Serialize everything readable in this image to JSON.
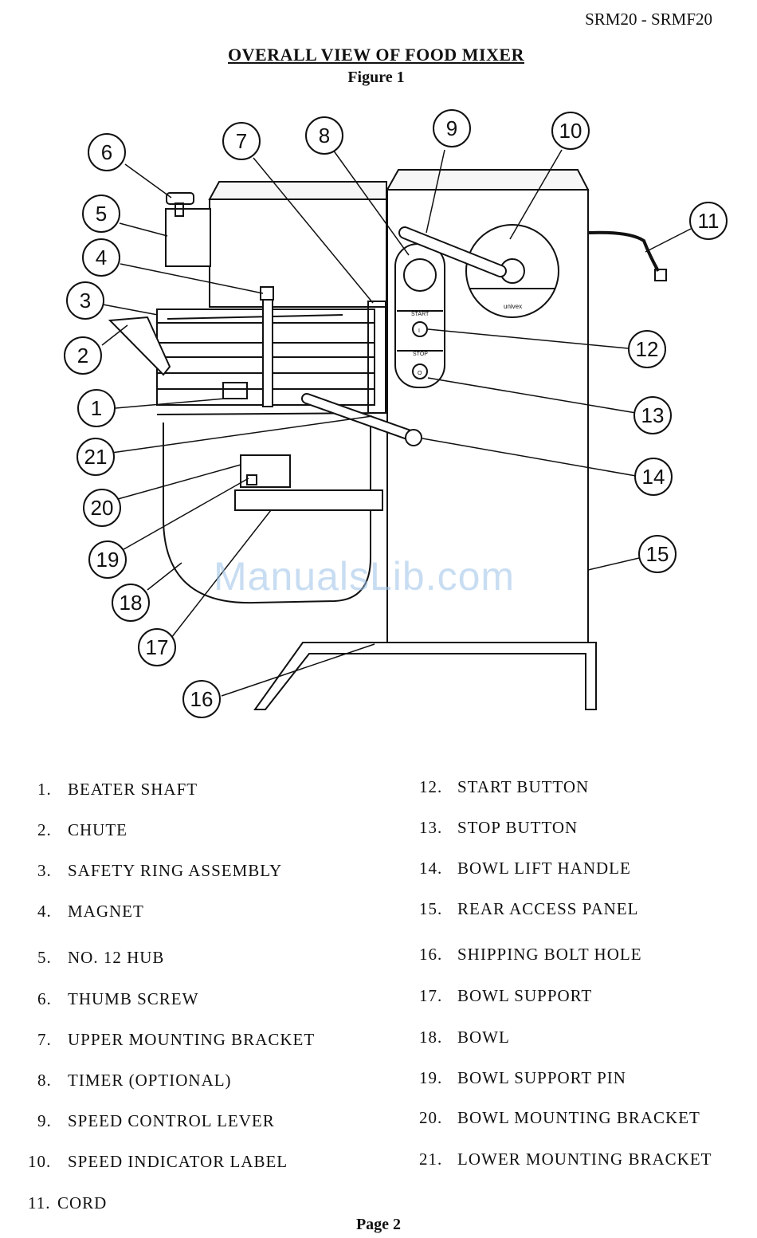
{
  "header": {
    "model": "SRM20 - SRMF20"
  },
  "title": "OVERALL VIEW OF FOOD MIXER",
  "subtitle": "Figure 1",
  "watermark": "ManualsLib.com",
  "diagram": {
    "callouts": [
      "1",
      "2",
      "3",
      "4",
      "5",
      "6",
      "7",
      "8",
      "9",
      "10",
      "11",
      "12",
      "13",
      "14",
      "15",
      "16",
      "17",
      "18",
      "19",
      "20",
      "21"
    ],
    "panel_labels": {
      "start": "START",
      "stop": "STOP",
      "start_symbol": "I",
      "stop_symbol": "O",
      "brand": "univex"
    }
  },
  "legend": [
    {
      "num": "1.",
      "label": "BEATER SHAFT"
    },
    {
      "num": "2.",
      "label": "CHUTE"
    },
    {
      "num": "3.",
      "label": "SAFETY RING ASSEMBLY"
    },
    {
      "num": "4.",
      "label": "MAGNET"
    },
    {
      "num": "5.",
      "label": "NO. 12 HUB"
    },
    {
      "num": "6.",
      "label": "THUMB SCREW"
    },
    {
      "num": "7.",
      "label": "UPPER MOUNTING BRACKET"
    },
    {
      "num": "8.",
      "label": "TIMER (OPTIONAL)"
    },
    {
      "num": "9.",
      "label": "SPEED CONTROL LEVER"
    },
    {
      "num": "10.",
      "label": "SPEED INDICATOR LABEL"
    },
    {
      "num": "11.",
      "label": "CORD"
    },
    {
      "num": "12.",
      "label": "START BUTTON"
    },
    {
      "num": "13.",
      "label": "STOP BUTTON"
    },
    {
      "num": "14.",
      "label": "BOWL LIFT HANDLE"
    },
    {
      "num": "15.",
      "label": "REAR ACCESS PANEL"
    },
    {
      "num": "16.",
      "label": "SHIPPING BOLT HOLE"
    },
    {
      "num": "17.",
      "label": "BOWL SUPPORT"
    },
    {
      "num": "18.",
      "label": "BOWL"
    },
    {
      "num": "19.",
      "label": "BOWL SUPPORT PIN"
    },
    {
      "num": "20.",
      "label": "BOWL MOUNTING BRACKET"
    },
    {
      "num": "21.",
      "label": "LOWER MOUNTING BRACKET"
    }
  ],
  "footer": {
    "page": "Page 2"
  }
}
